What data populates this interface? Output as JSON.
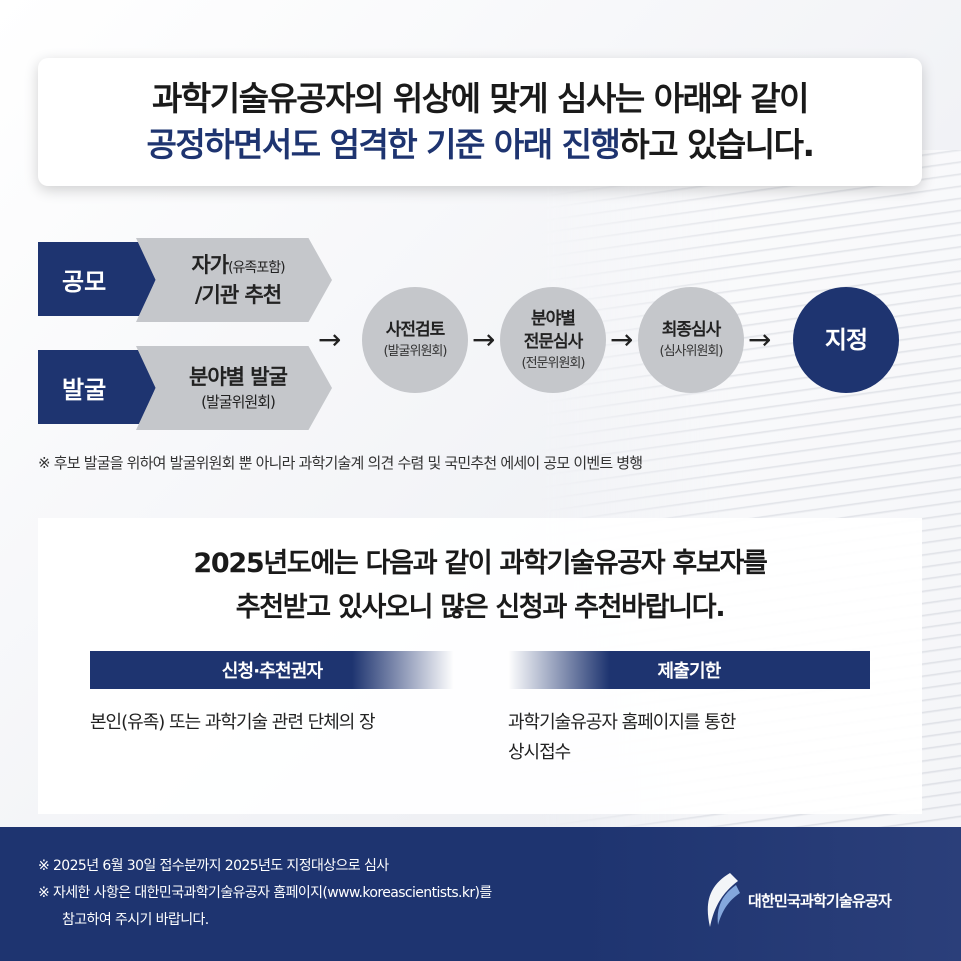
{
  "headline": {
    "line1": "과학기술유공자의 위상에 맞게 심사는 아래와 같이",
    "line2_highlight": "공정하면서도 엄격한 기준 아래 진행",
    "line2_rest": "하고 있습니다."
  },
  "flow": {
    "tag_recruit": "공모",
    "tag_discover": "발굴",
    "recruit_main": "자가",
    "recruit_paren": "(유족포함)",
    "recruit_line2": "/기관 추천",
    "discover_main": "분야별 발굴",
    "discover_sub": "(발굴위원회)",
    "arrow": "→",
    "step1_main": "사전검토",
    "step1_sub": "(발굴위원회)",
    "step2_main1": "분야별",
    "step2_main2": "전문심사",
    "step2_sub": "(전문위원회)",
    "step3_main": "최종심사",
    "step3_sub": "(심사위원회)",
    "final": "지정"
  },
  "note": "※ 후보 발굴을 위하여 발굴위원회 뿐 아니라 과학기술계 의견 수렴 및 국민추천 에세이 공모 이벤트 병행",
  "info": {
    "title_line1": "2025년도에는 다음과 같이 과학기술유공자 후보자를",
    "title_line2": "추천받고 있사오니 많은 신청과 추천바랍니다.",
    "col_left_head": "신청·추천권자",
    "col_left_body": "본인(유족) 또는 과학기술 관련 단체의 장",
    "col_right_head": "제출기한",
    "col_right_body1": "과학기술유공자 홈페이지를 통한",
    "col_right_body2": "상시접수"
  },
  "footer": {
    "note1": "※ 2025년 6월 30일 접수분까지 2025년도 지정대상으로 심사",
    "note2": "※ 자세한 사항은 대한민국과학기술유공자 홈페이지(www.koreascientists.kr)를",
    "note3": "참고하여 주시기 바랍니다.",
    "logo_text": "대한민국과학기술유공자"
  },
  "colors": {
    "navy": "#1e3470",
    "grey": "#c5c7cb"
  }
}
